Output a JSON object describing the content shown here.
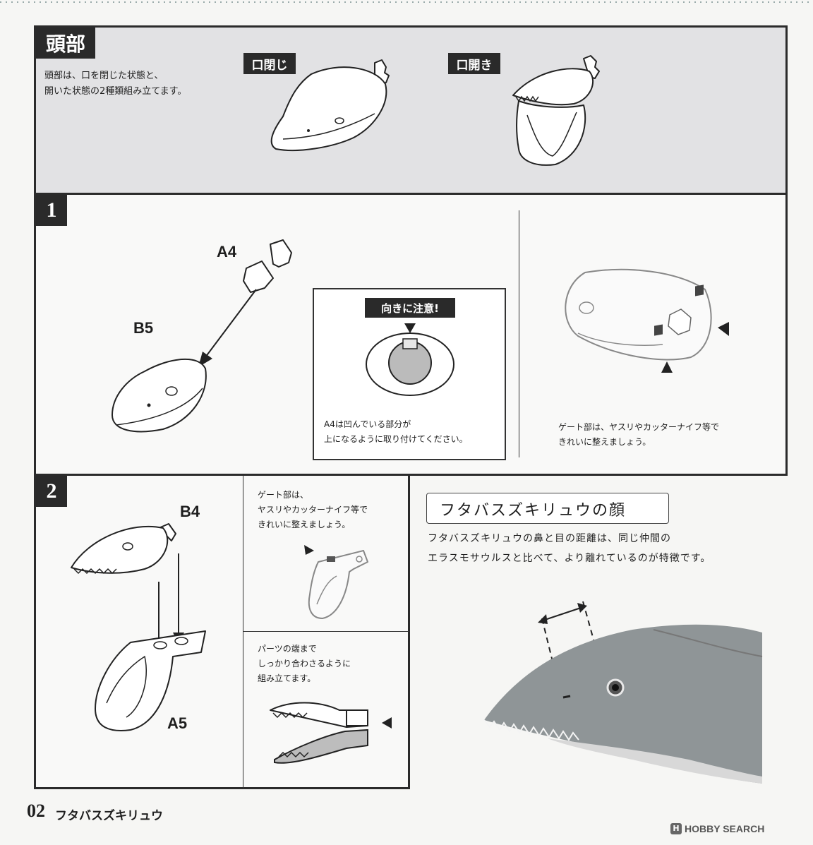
{
  "header": {
    "title": "頭部",
    "desc_line1": "頭部は、口を閉じた状態と、",
    "desc_line2": "開いた状態の2種類組み立てます。",
    "closed_label": "口閉じ",
    "open_label": "口開き"
  },
  "step1": {
    "number": "1",
    "part_a4": "A4",
    "part_b5": "B5",
    "caution_label": "向きに注意!",
    "caution_line1": "A4は凹んでいる部分が",
    "caution_line2": "上になるように取り付けてください。",
    "gate_line1": "ゲート部は、ヤスリやカッターナイフ等で",
    "gate_line2": "きれいに整えましょう。"
  },
  "step2": {
    "number": "2",
    "part_b4": "B4",
    "part_a5": "A5",
    "gate_line1": "ゲート部は、",
    "gate_line2": "ヤスリやカッターナイフ等で",
    "gate_line3": "きれいに整えましょう。",
    "fit_line1": "パーツの端まで",
    "fit_line2": "しっかり合わさるように",
    "fit_line3": "組み立てます。"
  },
  "column": {
    "title": "フタバスズキリュウの顔",
    "body_line1": "フタバスズキリュウの鼻と目の距離は、同じ仲間の",
    "body_line2": "エラスモサウルスと比べて、より離れているのが特徴です。"
  },
  "footer": {
    "page_number": "02",
    "page_title": "フタバスズキリュウ",
    "watermark": "HOBBY SEARCH"
  },
  "colors": {
    "header_band": "#e2e2e4",
    "ink": "#2a2a2a",
    "creature": "#8f9597"
  }
}
